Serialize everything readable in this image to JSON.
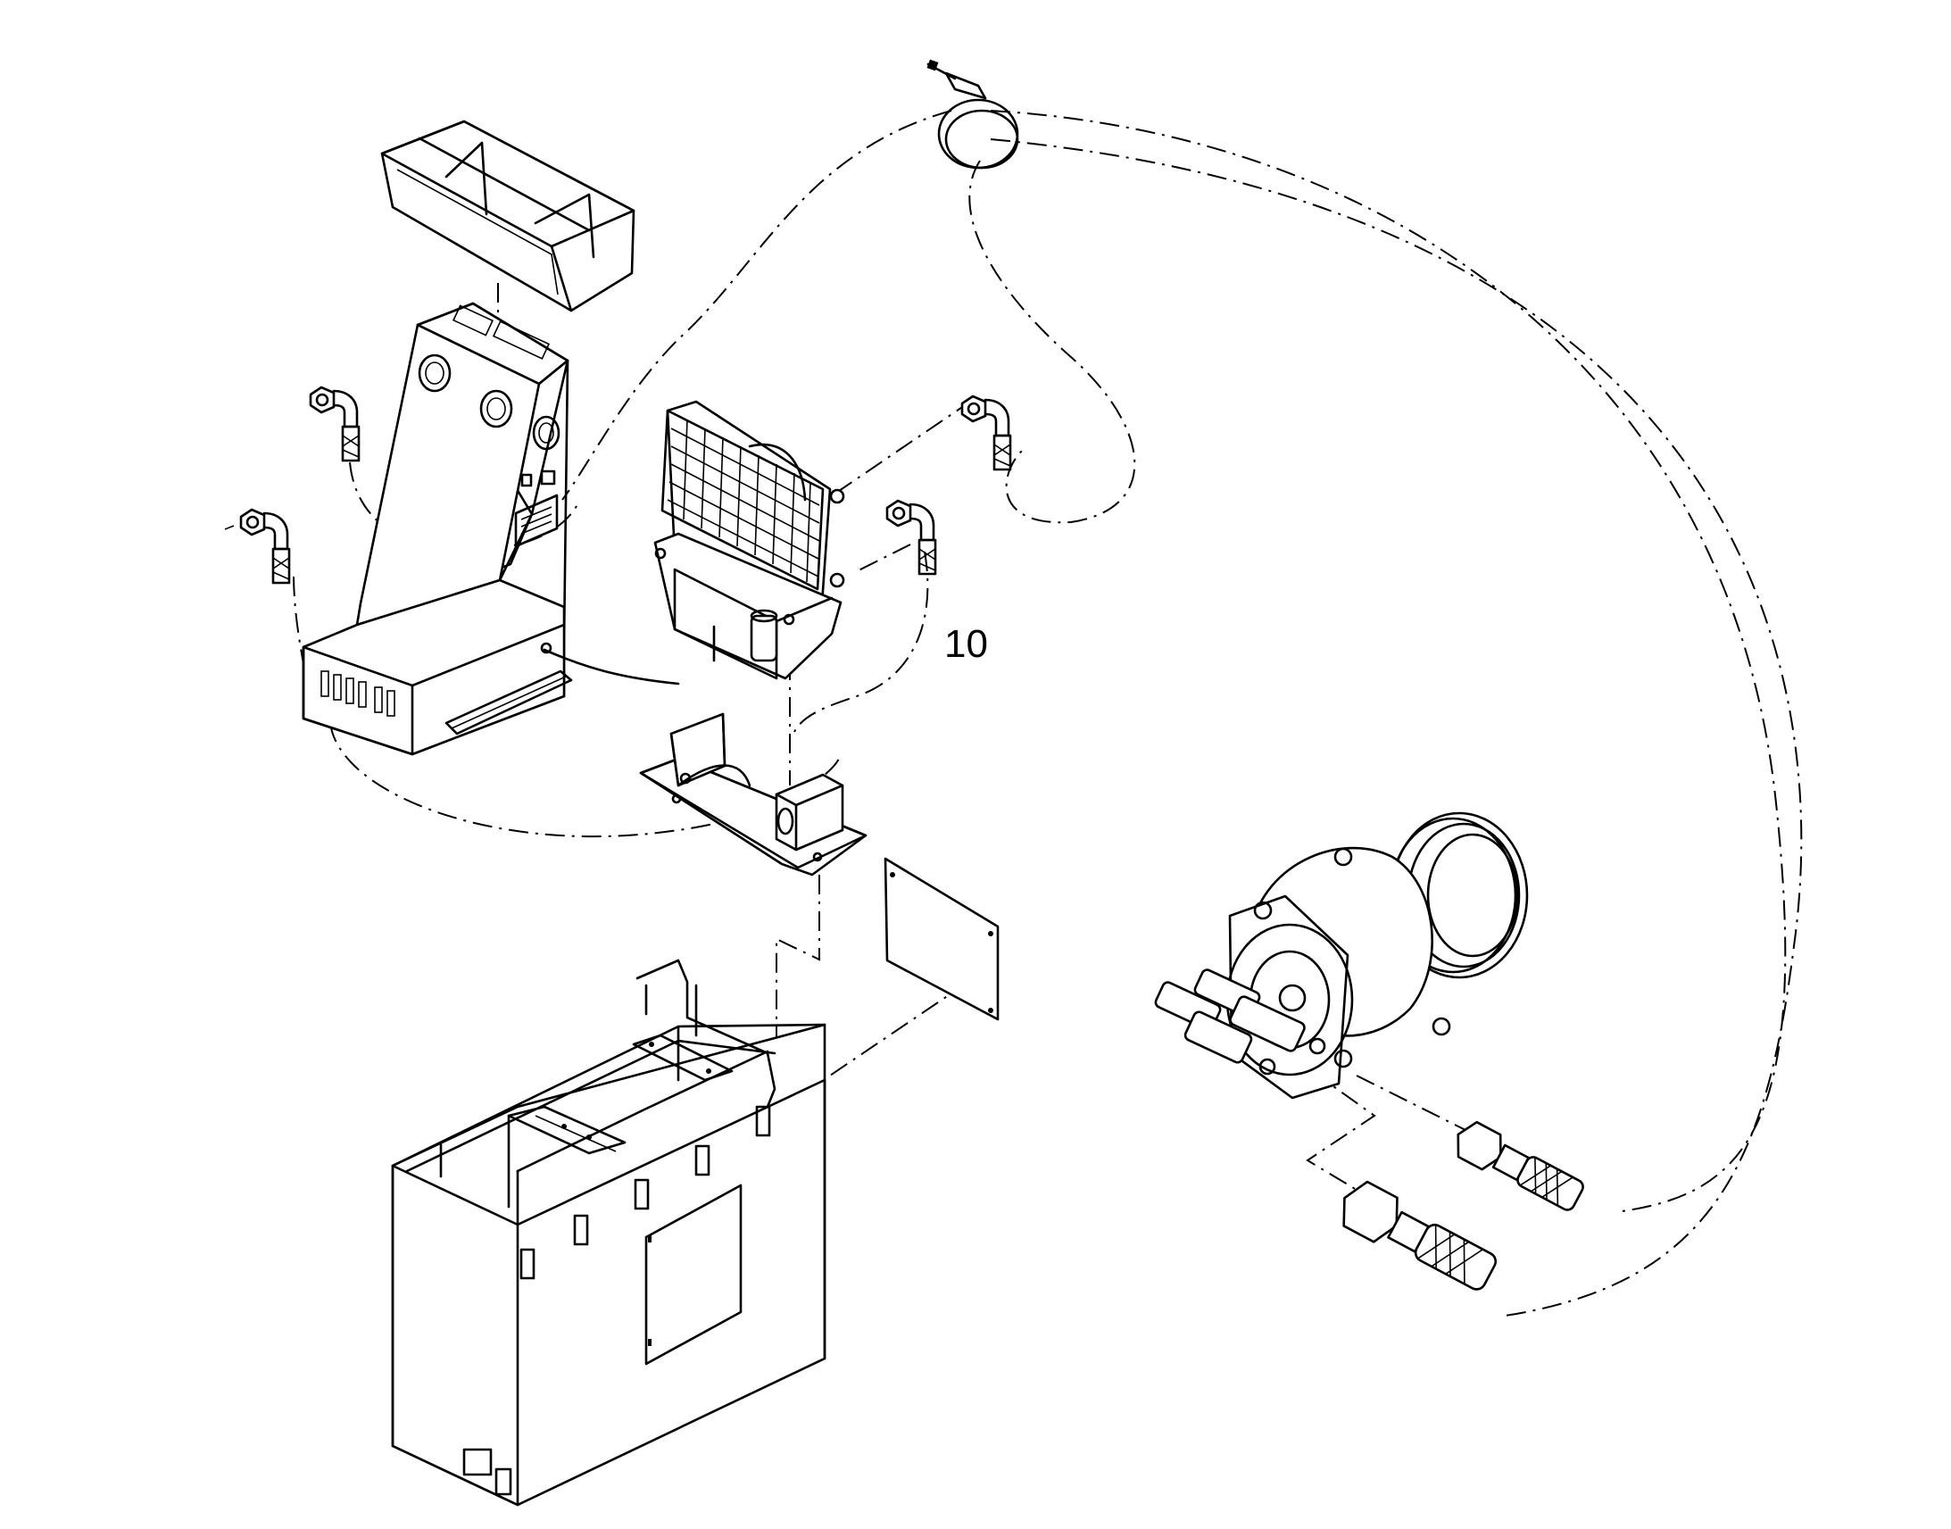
{
  "diagram": {
    "callouts": [
      {
        "id": "callout-10",
        "label": "10"
      }
    ],
    "colors": {
      "line": "#000000",
      "background": "#ffffff"
    },
    "parts": [
      {
        "name": "storage-tray",
        "icon": "tray-icon"
      },
      {
        "name": "evaporator-housing",
        "icon": "housing-icon"
      },
      {
        "name": "condenser-unit",
        "icon": "condenser-icon"
      },
      {
        "name": "mounting-bracket",
        "icon": "bracket-icon"
      },
      {
        "name": "cover-plate",
        "icon": "plate-icon"
      },
      {
        "name": "cabinet-frame",
        "icon": "cabinet-icon"
      },
      {
        "name": "compressor",
        "icon": "compressor-icon"
      },
      {
        "name": "hose-clamp",
        "icon": "clamp-icon"
      },
      {
        "name": "elbow-fittings",
        "icon": "elbow-fitting-icon"
      },
      {
        "name": "hose-fittings",
        "icon": "hose-fitting-icon"
      }
    ]
  }
}
